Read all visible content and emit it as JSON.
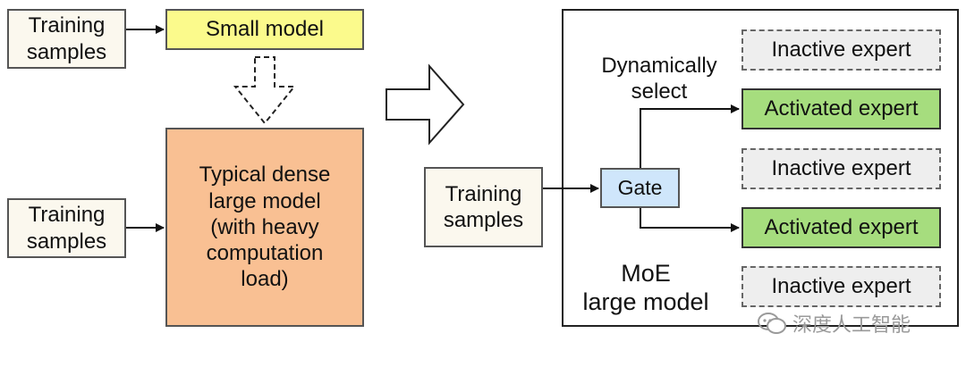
{
  "left": {
    "top_input_label": "Training\nsamples",
    "small_model_label": "Small model",
    "bottom_input_label": "Training\nsamples",
    "dense_model_label": "Typical dense\nlarge model\n(with heavy\ncomputation\nload)"
  },
  "right": {
    "input_label": "Training\nsamples",
    "gate_label": "Gate",
    "select_label": "Dynamically\nselect",
    "experts": [
      {
        "label": "Inactive expert",
        "state": "inactive"
      },
      {
        "label": "Activated expert",
        "state": "active"
      },
      {
        "label": "Inactive expert",
        "state": "inactive"
      },
      {
        "label": "Activated expert",
        "state": "active"
      },
      {
        "label": "Inactive expert",
        "state": "inactive"
      }
    ],
    "container_label": "MoE\nlarge model"
  },
  "watermark": "深度人工智能",
  "colors": {
    "input_fill": "#fbf8ee",
    "small_model_fill": "#fbfa8c",
    "dense_model_fill": "#f9c093",
    "gate_fill": "#cfe6fb",
    "active_fill": "#a6dd7e",
    "inactive_fill": "#eeeeee"
  }
}
